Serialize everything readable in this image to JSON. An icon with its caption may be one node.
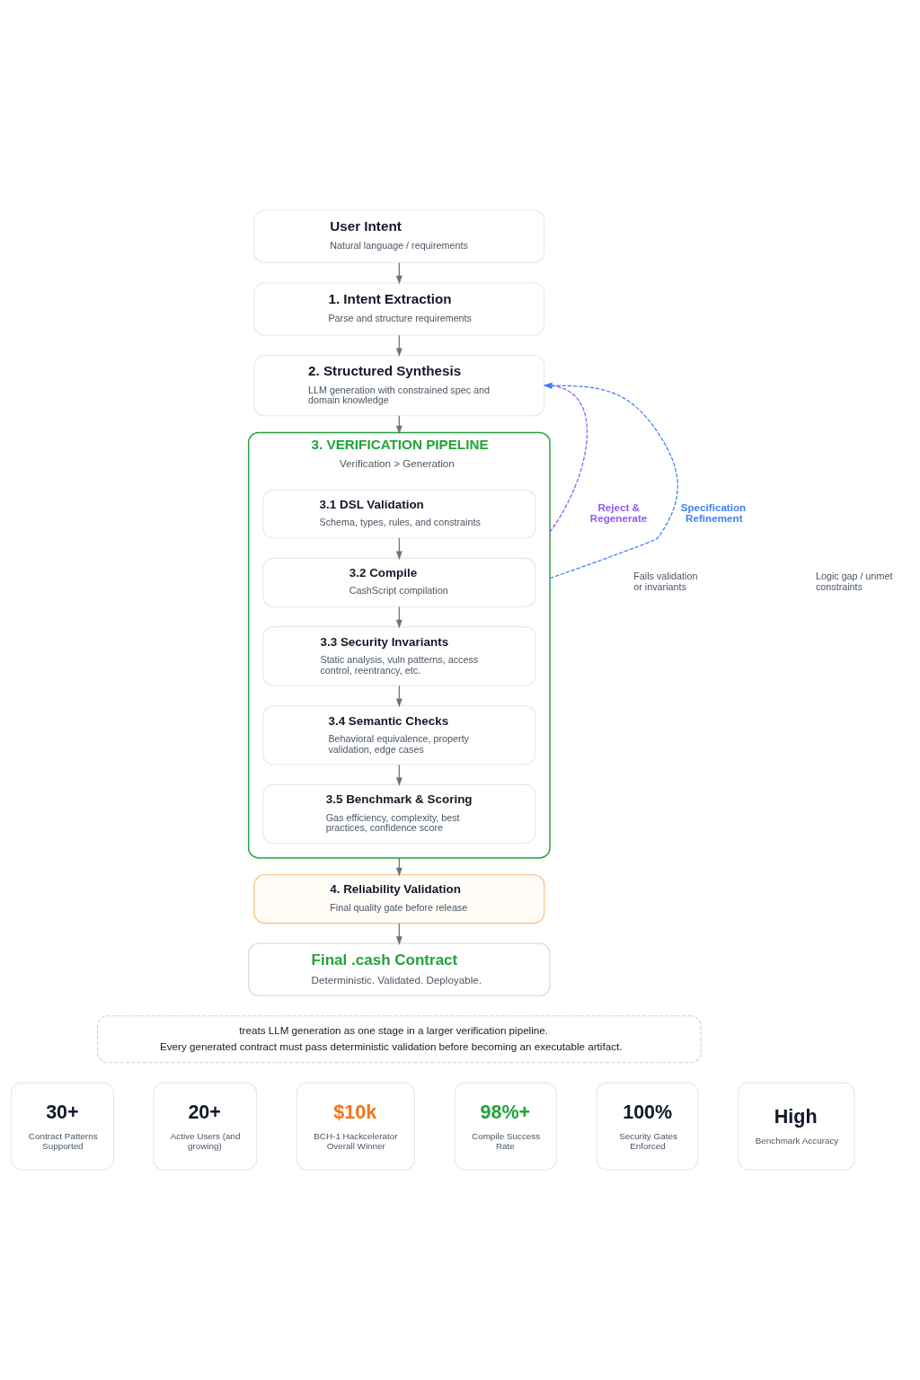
{
  "diagram": {
    "nodes": [
      {
        "text": [
          "User Intent",
          "Natural language / requirements"
        ]
      },
      {
        "text": [
          "1. Intent Extraction",
          "Parse and structure requirements"
        ]
      },
      {
        "text": [
          "2. Structured Synthesis",
          "LLM generation with constrained spec and domain knowledge"
        ]
      },
      {
        "text": [
          "3. VERIFICATION PIPELINE",
          "Verification > Generation"
        ]
      },
      {
        "text": [
          "3.1 DSL Validation",
          "Schema, types, rules, and constraints"
        ],
        "in": 3
      },
      {
        "text": [
          "3.2 Compile",
          "CashScript compilation"
        ],
        "in": 3
      },
      {
        "text": [
          "3.3 Security Invariants",
          "Static analysis, vuln patterns, access control, reentrancy, etc."
        ],
        "in": 3
      },
      {
        "text": [
          "3.4 Semantic Checks",
          "Behavioral equivalence, property validation, edge cases"
        ],
        "in": 3
      },
      {
        "text": [
          "3.5 Benchmark & Scoring",
          "Gas efficiency, complexity, best practices, confidence score"
        ],
        "in": 3
      },
      {
        "text": [
          "4. Reliability Validation",
          "Final quality gate before release"
        ]
      },
      {
        "text": [
          "Final .cash Contract",
          "Deterministic. Validated. Deployable."
        ]
      },
      {
        "text": [
          "treats LLM generation as one stage in a larger verification pipeline.",
          "Every generated contract must pass deterministic validation before becoming an executable artifact."
        ]
      },
      {
        "text": [
          "30+",
          "Contract Patterns Supported"
        ]
      },
      {
        "text": [
          "20+",
          "Active Users (and growing)"
        ]
      },
      {
        "text": [
          "$10k",
          "BCH-1 Hackcelerator Overall Winner"
        ]
      },
      {
        "text": [
          "98%+",
          "Compile Success Rate"
        ]
      },
      {
        "text": [
          "100%",
          "Security Gates Enforced"
        ]
      },
      {
        "text": [
          "High",
          "Benchmark Accuracy"
        ]
      }
    ],
    "edges": [
      {
        "from": 0,
        "to": 1,
        "arrow": "to"
      },
      {
        "from": 1,
        "to": 2,
        "arrow": "to"
      },
      {
        "from": 2,
        "to": 3,
        "arrow": "to"
      },
      {
        "from": 4,
        "to": 5,
        "arrow": "to"
      },
      {
        "from": 5,
        "to": 6,
        "arrow": "to"
      },
      {
        "from": 6,
        "to": 7,
        "arrow": "to"
      },
      {
        "from": 7,
        "to": 8,
        "arrow": "to"
      },
      {
        "from": 3,
        "to": 9,
        "arrow": "to"
      },
      {
        "from": 9,
        "to": 10,
        "arrow": "to"
      },
      {
        "from": 3,
        "to": 2,
        "arrow": "to",
        "label": "Reject & Regenerate",
        "style": "dashed",
        "color": "#8b5cf6"
      },
      {
        "from": 3,
        "to": 2,
        "arrow": "to",
        "label": "Specification Refinement",
        "style": "dashed",
        "color": "#3b82f6"
      }
    ],
    "labels": [
      "Fails validation or invariants",
      "Logic gap / unmet constraints"
    ]
  }
}
